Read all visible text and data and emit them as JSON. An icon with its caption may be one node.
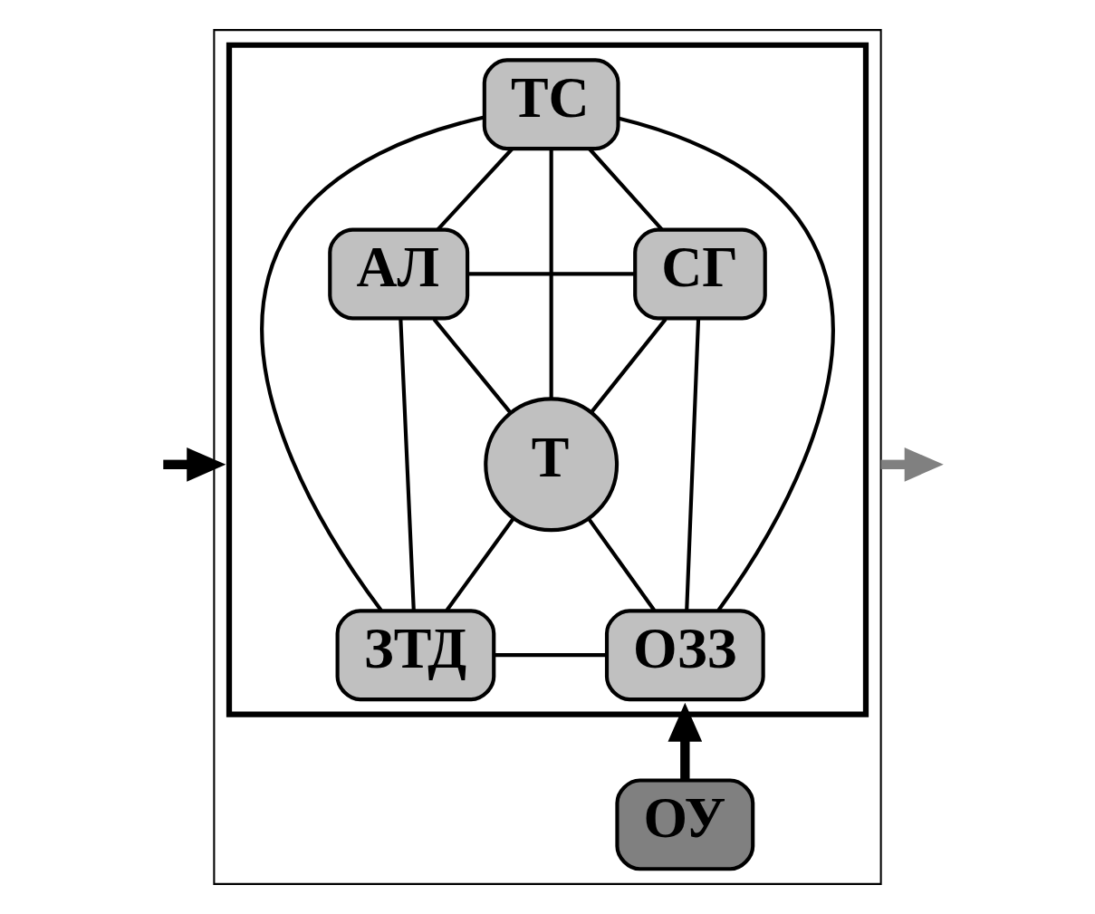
{
  "diagram": {
    "nodes": [
      {
        "text": [],
        "shape": "box"
      },
      {
        "text": [],
        "shape": "box",
        "in": 0
      },
      {
        "text": [
          "ТС"
        ],
        "in": 1
      },
      {
        "text": [
          "АЛ"
        ],
        "in": 1
      },
      {
        "text": [
          "СГ"
        ],
        "in": 1
      },
      {
        "text": [
          "Т"
        ],
        "in": 1
      },
      {
        "text": [
          "ЗТД"
        ],
        "in": 1
      },
      {
        "text": [
          "ОЗЗ"
        ],
        "in": 1
      },
      {
        "text": [
          "ОУ"
        ],
        "in": 0
      }
    ],
    "edges": [
      {
        "from": 2,
        "to": 3,
        "arrow": "none"
      },
      {
        "from": 2,
        "to": 4,
        "arrow": "none"
      },
      {
        "from": 2,
        "to": 5,
        "arrow": "none"
      },
      {
        "from": 2,
        "to": 6,
        "arrow": "none"
      },
      {
        "from": 2,
        "to": 7,
        "arrow": "none"
      },
      {
        "from": 3,
        "to": 4,
        "arrow": "none"
      },
      {
        "from": 3,
        "to": 5,
        "arrow": "none"
      },
      {
        "from": 3,
        "to": 6,
        "arrow": "none"
      },
      {
        "from": 4,
        "to": 5,
        "arrow": "none"
      },
      {
        "from": 4,
        "to": 7,
        "arrow": "none"
      },
      {
        "from": 5,
        "to": 6,
        "arrow": "none"
      },
      {
        "from": 5,
        "to": 7,
        "arrow": "none"
      },
      {
        "from": 6,
        "to": 7,
        "arrow": "none"
      },
      {
        "from": 8,
        "to": 1,
        "arrow": "to",
        "style": "thick"
      },
      {
        "from": 0,
        "to": null,
        "arrow": "to",
        "style": "thick",
        "color": "#808080"
      },
      {
        "from": null,
        "to": 0,
        "arrow": "to",
        "style": "thick"
      }
    ]
  }
}
